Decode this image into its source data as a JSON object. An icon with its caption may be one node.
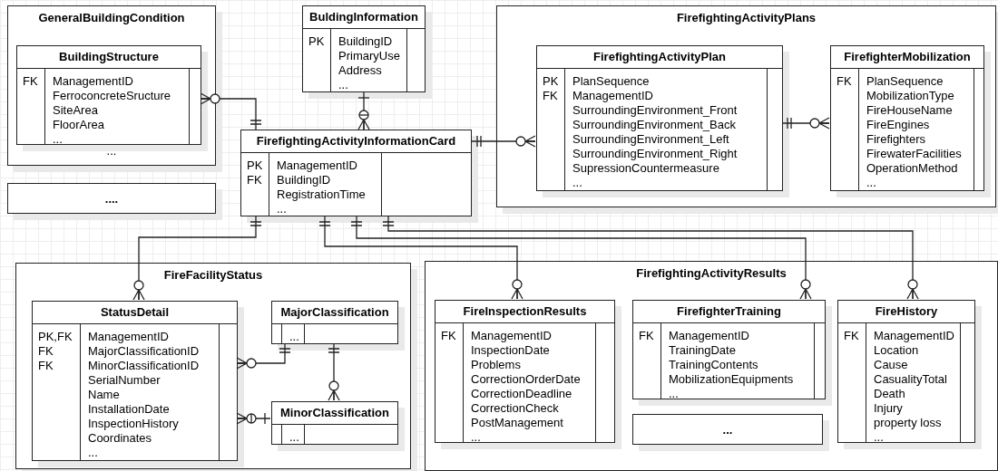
{
  "diagram": {
    "nodes": [
      {
        "text": [
          "GeneralBuildingCondition",
          "..."
        ]
      },
      {
        "text": [
          "BuildingStructure",
          "FK",
          "ManagementID",
          "FerroconcreteSructure",
          "SiteArea",
          "FloorArea",
          "..."
        ],
        "in": 0
      },
      {
        "text": [
          "...."
        ]
      },
      {
        "text": [
          "BuldingInformation",
          "PK",
          "BuildingID",
          "PrimaryUse",
          "Address",
          "..."
        ]
      },
      {
        "text": [
          "FirefightingActivityPlans"
        ]
      },
      {
        "text": [
          "FirefightingActivityPlan",
          "PK",
          "FK",
          "PlanSequence",
          "ManagementID",
          "SurroundingEnvironment_Front",
          "SurroundingEnvironment_Back",
          "SurroundingEnvironment_Left",
          "SurroundingEnvironment_Right",
          "SupressionCountermeasure",
          "..."
        ],
        "in": 4
      },
      {
        "text": [
          "FirefighterMobilization",
          "FK",
          "PlanSequence",
          "MobilizationType",
          "FireHouseName",
          "FireEngines",
          "Firefighters",
          "FirewaterFacilities",
          "OperationMethod",
          "..."
        ],
        "in": 4
      },
      {
        "text": [
          "FirefightingActivityInformationCard",
          "PK",
          "FK",
          "ManagementID",
          "BuildingID",
          "RegistrationTime",
          "..."
        ]
      },
      {
        "text": [
          "FireFacilityStatus"
        ]
      },
      {
        "text": [
          "StatusDetail",
          "PK,FK",
          "FK",
          "FK",
          "ManagementID",
          "MajorClassificationID",
          "MinorClassificationID",
          "SerialNumber",
          "Name",
          "InstallationDate",
          "InspectionHistory",
          "Coordinates",
          "..."
        ],
        "in": 8
      },
      {
        "text": [
          "MajorClassification",
          "..."
        ],
        "in": 8
      },
      {
        "text": [
          "MinorClassification",
          "..."
        ],
        "in": 8
      },
      {
        "text": [
          "FirefightingActivityResults"
        ]
      },
      {
        "text": [
          "FireInspectionResults",
          "FK",
          "ManagementID",
          "InspectionDate",
          "Problems",
          "CorrectionOrderDate",
          "CorrectionDeadline",
          "CorrectionCheck",
          "PostManagement",
          "..."
        ],
        "in": 12
      },
      {
        "text": [
          "FirefighterTraining",
          "FK",
          "ManagementID",
          "TrainingDate",
          "TrainingContents",
          "MobilizationEquipments",
          "..."
        ],
        "in": 12
      },
      {
        "text": [
          "..."
        ],
        "in": 12
      },
      {
        "text": [
          "FireHistory",
          "FK",
          "ManagementID",
          "Location",
          "Cause",
          "CasualityTotal",
          "Death",
          "Injury",
          "property loss",
          "..."
        ],
        "in": 12
      }
    ],
    "edges": [
      {
        "from": 7,
        "to": 1,
        "arrow": "other"
      },
      {
        "from": 3,
        "to": 7,
        "arrow": "other"
      },
      {
        "from": 7,
        "to": 5,
        "arrow": "other"
      },
      {
        "from": 5,
        "to": 6,
        "arrow": "other"
      },
      {
        "from": 7,
        "to": 9,
        "arrow": "other"
      },
      {
        "from": 7,
        "to": 13,
        "arrow": "other"
      },
      {
        "from": 7,
        "to": 14,
        "arrow": "other"
      },
      {
        "from": 7,
        "to": 16,
        "arrow": "other"
      },
      {
        "from": 10,
        "to": 9,
        "arrow": "other"
      },
      {
        "from": 10,
        "to": 11,
        "arrow": "other"
      },
      {
        "from": 11,
        "to": 9,
        "arrow": "other"
      }
    ]
  }
}
